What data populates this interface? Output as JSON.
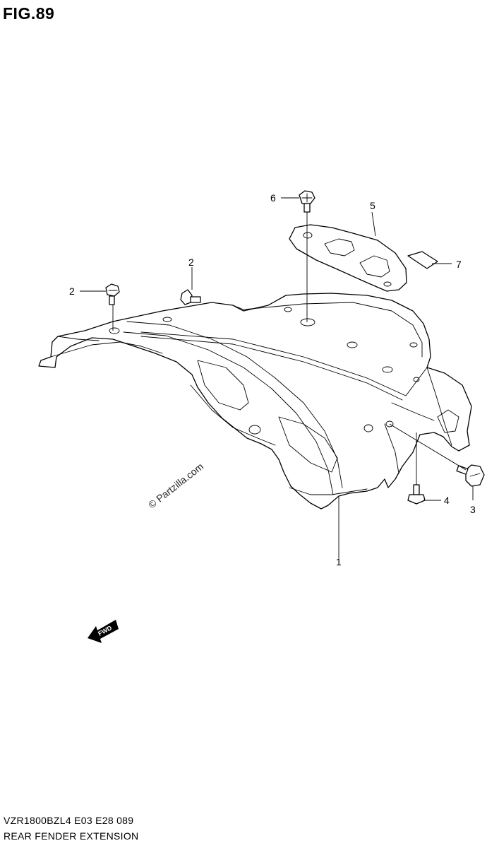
{
  "figure": {
    "title": "FIG.89",
    "watermark": "© Partzilla.com",
    "fwd_label": "FWD"
  },
  "callouts": [
    {
      "number": "1",
      "part": "rear-fender-extension"
    },
    {
      "number": "2",
      "part": "bolt-left"
    },
    {
      "number": "2",
      "part": "bolt-center"
    },
    {
      "number": "3",
      "part": "bolt-right"
    },
    {
      "number": "4",
      "part": "bolt-lower"
    },
    {
      "number": "5",
      "part": "bracket"
    },
    {
      "number": "6",
      "part": "bolt-top"
    },
    {
      "number": "7",
      "part": "pad"
    }
  ],
  "footer": {
    "code": "VZR1800BZL4  E03  E28  089",
    "name": "REAR FENDER EXTENSION"
  }
}
